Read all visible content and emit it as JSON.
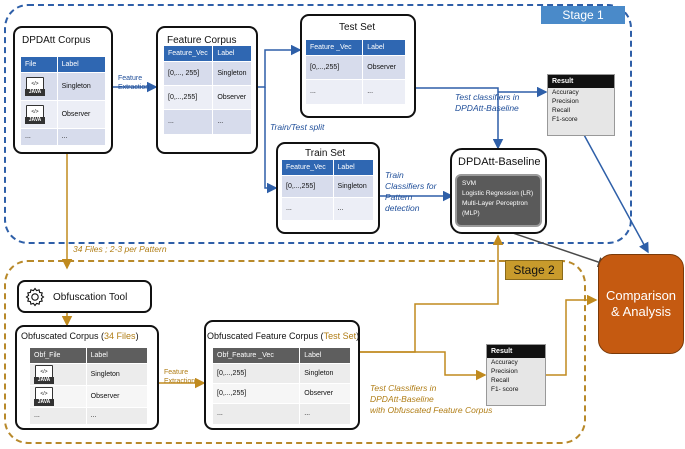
{
  "stage1": {
    "label": "Stage 1"
  },
  "stage2": {
    "label": "Stage 2"
  },
  "corpus": {
    "title": "DPDAtt Corpus",
    "columns": [
      "File",
      "Label"
    ],
    "rows": [
      {
        "icon": "java-file-icon",
        "label": "Singleton"
      },
      {
        "icon": "java-file-icon",
        "label": "Observer"
      },
      {
        "file": "...",
        "label": "..."
      }
    ]
  },
  "feature_corpus": {
    "title": "Feature Corpus",
    "columns": [
      "Feature_Vec",
      "Label"
    ],
    "rows": [
      {
        "vec": "[0,..., 255]",
        "label": "Singleton"
      },
      {
        "vec": "[0,...,255]",
        "label": "Observer"
      },
      {
        "vec": "...",
        "label": "..."
      }
    ]
  },
  "test_set": {
    "title": "Test Set",
    "columns": [
      "Feature _Vec",
      "Label"
    ],
    "rows": [
      {
        "vec": "[0,...,255]",
        "label": "Observer"
      },
      {
        "vec": "...",
        "label": "..."
      }
    ]
  },
  "train_set": {
    "title": "Train Set",
    "columns": [
      "Feature_Vec",
      "Label"
    ],
    "rows": [
      {
        "vec": "[0,...,255]",
        "label": "Singleton"
      },
      {
        "vec": "...",
        "label": "..."
      }
    ]
  },
  "baseline": {
    "title": "DPDAtt-Baseline",
    "models": [
      "SVM",
      "Logistic Regression (LR)",
      "Multi-Layer Perceptron",
      "(MLP)"
    ]
  },
  "result1": {
    "head": "Result",
    "items": [
      "Accuracy",
      "Precision",
      "Recall",
      "F1-score"
    ]
  },
  "result2": {
    "head": "Result",
    "items": [
      "Accuracy",
      "Precision",
      "Recall",
      "F1- score"
    ]
  },
  "labels": {
    "feature_extraction_1": [
      "Feature",
      "Extraction"
    ],
    "feature_extraction_2": [
      "Feature",
      "Extraction"
    ],
    "train_test_split": "Train/Test split",
    "test_classifiers": [
      "Test classifiers in",
      "DPDAtt-Baseline"
    ],
    "train_classifiers": [
      "Train",
      "Classifiers for",
      "Pattern",
      "detection"
    ],
    "files_note": "34 Files ; 2-3 per Pattern",
    "test_obfuscated": [
      "Test Classifiers in",
      "DPDAtt-Baseline",
      "with  Obfuscated Feature Corpus"
    ]
  },
  "obf_tool": {
    "title": "Obfuscation Tool"
  },
  "obf_corpus": {
    "title": "Obfuscated Corpus (",
    "title_highlight": "34 Files",
    "title_end": ")",
    "columns": [
      "Obf_File",
      "Label"
    ],
    "rows": [
      {
        "icon": "java-file-icon",
        "label": "Singleton"
      },
      {
        "icon": "java-file-icon",
        "label": "Observer"
      },
      {
        "file": "...",
        "label": "..."
      }
    ]
  },
  "obf_feature_corpus": {
    "title": "Obfuscated Feature Corpus (",
    "title_highlight": "Test Set",
    "title_end": ")",
    "columns": [
      "Obf_Feature _Vec",
      "Label"
    ],
    "rows": [
      {
        "vec": "[0,...,255]",
        "label": "Singleton"
      },
      {
        "vec": "[0,...,255]",
        "label": "Observer"
      },
      {
        "vec": "...",
        "label": "..."
      }
    ]
  },
  "comparison": {
    "line1": "Comparison",
    "line2": "& Analysis"
  },
  "colors": {
    "stage1": "#2e5fa8",
    "stage2": "#b8892a",
    "table_header": "#2f67b2",
    "comparison": "#c55a11"
  }
}
